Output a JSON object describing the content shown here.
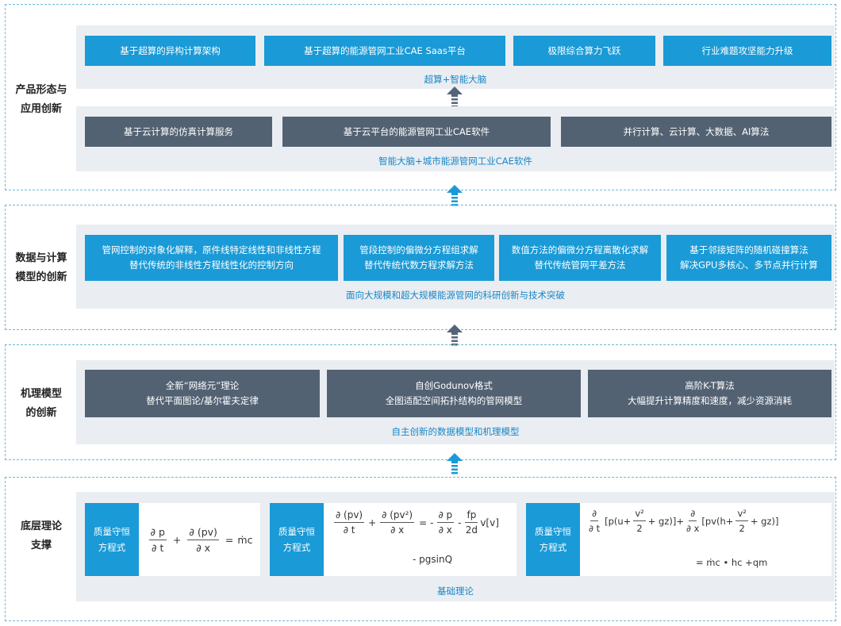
{
  "sections": {
    "product": {
      "title_line1": "产品形态与",
      "title_line2": "应用创新",
      "top_boxes": [
        "基于超算的异构计算架构",
        "基于超算的能源管网工业CAE Saas平台",
        "极限综合算力飞跃",
        "行业难题攻坚能力升级"
      ],
      "top_caption": "超算+智能大脑",
      "bottom_boxes": [
        "基于云计算的仿真计算服务",
        "基于云平台的能源管网工业CAE软件",
        "并行计算、云计算、大数据、AI算法"
      ],
      "bottom_caption": "智能大脑+城市能源管网工业CAE软件"
    },
    "data": {
      "title_line1": "数据与计算",
      "title_line2": "模型的创新",
      "boxes": [
        {
          "line1": "管网控制的对象化解释，原件线特定线性和非线性方程",
          "line2": "替代传统的非线性方程线性化的控制方向"
        },
        {
          "line1": "管段控制的偏微分方程组求解",
          "line2": "替代传统代数方程求解方法"
        },
        {
          "line1": "数值方法的偏微分方程离散化求解",
          "line2": "替代传统管网平差方法"
        },
        {
          "line1": "基于邻接矩阵的随机碰撞算法",
          "line2": "解决GPU多核心、多节点并行计算"
        }
      ],
      "caption": "面向大规模和超大规模能源管网的科研创新与技术突破"
    },
    "mechanism": {
      "title_line1": "机理模型",
      "title_line2": "的创新",
      "boxes": [
        {
          "line1": "全新“网络元”理论",
          "line2": "替代平面图论/基尔霍夫定律"
        },
        {
          "line1": "自创Godunov格式",
          "line2": "全图适配空间拓扑结构的管网模型"
        },
        {
          "line1": "高阶K-T算法",
          "line2": "大幅提升计算精度和速度，减少资源消耗"
        }
      ],
      "caption": "自主创新的数据模型和机理模型"
    },
    "base": {
      "title_line1": "底层理论",
      "title_line2": "支撑",
      "equations": [
        {
          "label_line1": "质量守恒",
          "label_line2": "方程式"
        },
        {
          "label_line1": "质量守恒",
          "label_line2": "方程式"
        },
        {
          "label_line1": "质量守恒",
          "label_line2": "方程式"
        }
      ],
      "eq1": {
        "n1": "∂ p",
        "d1": "∂ t",
        "plus": "+",
        "n2": "∂ (pv)",
        "d2": "∂ x",
        "eq": "=",
        "rhs": "ṁc"
      },
      "eq2": {
        "n1": "∂ (pv)",
        "d1": "∂ t",
        "plus": "+",
        "n2": "∂ (pv²)",
        "d2": "∂ x",
        "eq": "=",
        "minus1": "-",
        "n3": "∂ p",
        "d3": "∂ x",
        "minus2": "-",
        "n4": "fp",
        "d4": "2d",
        "tail": "v[v]",
        "line2": "- pgsinQ"
      },
      "eq3": {
        "n1": "∂",
        "d1": "∂ t",
        "bracket1a": "[p(u+",
        "n2": "v²",
        "d2": "2",
        "bracket1b": "+ gz)]+",
        "n3": "∂",
        "d3": "∂ x",
        "bracket2a": "[pv(h+",
        "n4": "v²",
        "d4": "2",
        "bracket2b": "+ gz)]",
        "line2": "=  ṁc • hc +qm"
      },
      "caption": "基础理论"
    }
  },
  "colors": {
    "blue": "#1a9ad6",
    "slate": "#536273",
    "panel": "#eaeef2",
    "caption": "#1a86c6",
    "arrow": "#546578"
  }
}
